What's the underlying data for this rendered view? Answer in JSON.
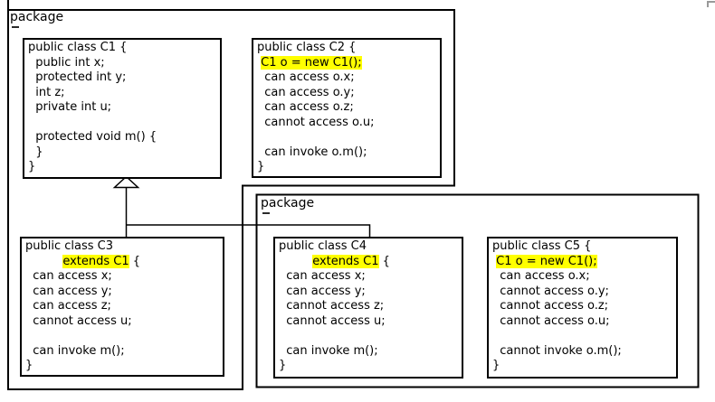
{
  "colors": {
    "highlight": "#ffff00",
    "line": "#000000",
    "background": "#ffffff"
  },
  "packages": [
    {
      "label": "package"
    },
    {
      "label": "package"
    }
  ],
  "classes": {
    "c1": {
      "name": "C1",
      "rows": [
        [
          {
            "t": "public class C1 {",
            "h": false
          }
        ],
        [
          {
            "t": "  public int x;",
            "h": false
          }
        ],
        [
          {
            "t": "  protected int y;",
            "h": false
          }
        ],
        [
          {
            "t": "  int z;",
            "h": false
          }
        ],
        [
          {
            "t": "  private int u;",
            "h": false
          }
        ],
        [
          {
            "t": "",
            "h": false
          }
        ],
        [
          {
            "t": "  protected void m() {",
            "h": false
          }
        ],
        [
          {
            "t": "  }",
            "h": false
          }
        ],
        [
          {
            "t": "}",
            "h": false
          }
        ]
      ]
    },
    "c2": {
      "name": "C2",
      "rows": [
        [
          {
            "t": "public class C2 {",
            "h": false
          }
        ],
        [
          {
            "t": " ",
            "h": false
          },
          {
            "t": "C1 o = new C1();",
            "h": true
          }
        ],
        [
          {
            "t": "  can access o.x;",
            "h": false
          }
        ],
        [
          {
            "t": "  can access o.y;",
            "h": false
          }
        ],
        [
          {
            "t": "  can access o.z;",
            "h": false
          }
        ],
        [
          {
            "t": "  cannot access o.u;",
            "h": false
          }
        ],
        [
          {
            "t": "",
            "h": false
          }
        ],
        [
          {
            "t": "  can invoke o.m();",
            "h": false
          }
        ],
        [
          {
            "t": "}",
            "h": false
          }
        ]
      ]
    },
    "c3": {
      "name": "C3",
      "rows": [
        [
          {
            "t": "public class C3",
            "h": false
          }
        ],
        [
          {
            "t": "          ",
            "h": false
          },
          {
            "t": "extends C1",
            "h": true
          },
          {
            "t": " {",
            "h": false
          }
        ],
        [
          {
            "t": "  can access x;",
            "h": false
          }
        ],
        [
          {
            "t": "  can access y;",
            "h": false
          }
        ],
        [
          {
            "t": "  can access z;",
            "h": false
          }
        ],
        [
          {
            "t": "  cannot access u;",
            "h": false
          }
        ],
        [
          {
            "t": "",
            "h": false
          }
        ],
        [
          {
            "t": "  can invoke m();",
            "h": false
          }
        ],
        [
          {
            "t": "}",
            "h": false
          }
        ]
      ]
    },
    "c4": {
      "name": "C4",
      "rows": [
        [
          {
            "t": "public class C4",
            "h": false
          }
        ],
        [
          {
            "t": "         ",
            "h": false
          },
          {
            "t": "extends C1",
            "h": true
          },
          {
            "t": " {",
            "h": false
          }
        ],
        [
          {
            "t": "  can access x;",
            "h": false
          }
        ],
        [
          {
            "t": "  can access y;",
            "h": false
          }
        ],
        [
          {
            "t": "  cannot access z;",
            "h": false
          }
        ],
        [
          {
            "t": "  cannot access u;",
            "h": false
          }
        ],
        [
          {
            "t": "",
            "h": false
          }
        ],
        [
          {
            "t": "  can invoke m();",
            "h": false
          }
        ],
        [
          {
            "t": "}",
            "h": false
          }
        ]
      ]
    },
    "c5": {
      "name": "C5",
      "rows": [
        [
          {
            "t": "public class C5 {",
            "h": false
          }
        ],
        [
          {
            "t": " ",
            "h": false
          },
          {
            "t": "C1 o = new C1();",
            "h": true
          }
        ],
        [
          {
            "t": "  can access o.x;",
            "h": false
          }
        ],
        [
          {
            "t": "  cannot access o.y;",
            "h": false
          }
        ],
        [
          {
            "t": "  cannot access o.z;",
            "h": false
          }
        ],
        [
          {
            "t": "  cannot access o.u;",
            "h": false
          }
        ],
        [
          {
            "t": "",
            "h": false
          }
        ],
        [
          {
            "t": "  cannot invoke o.m();",
            "h": false
          }
        ],
        [
          {
            "t": "}",
            "h": false
          }
        ]
      ]
    }
  }
}
